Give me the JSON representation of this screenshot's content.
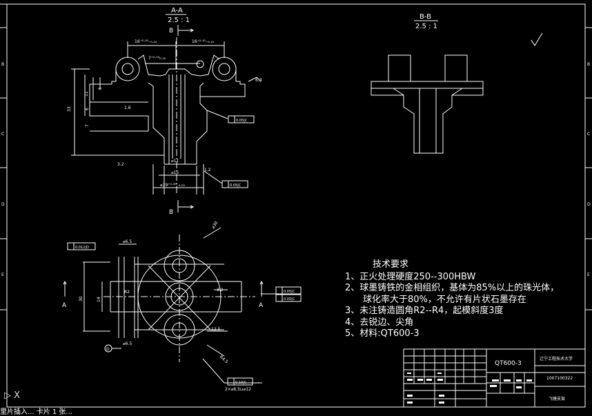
{
  "views": {
    "section_aa": {
      "label": "A-A",
      "scale": "2.5 : 1",
      "cut_top": "B",
      "cut_bottom": "B"
    },
    "section_bb": {
      "label": "B-B",
      "scale": "2.5 : 1"
    },
    "plan_view": {
      "cut_left": "A",
      "cut_right": "A",
      "datum_d": "D"
    }
  },
  "dimensions": {
    "dim_16_left": "16⁺⁰·¹⁰₋₀.₁₀",
    "dim_16_right": "16⁺⁰·¹⁰₋₀.₁₀",
    "dim_7": "7⁺⁰·⁰⁴₀.₀₀",
    "dim_33": "33",
    "dim_11": "11",
    "dim_5": "5",
    "dim_6": "6",
    "dim_7v": "7",
    "dia_11": "⌀11",
    "dia_15": "⌀15",
    "dia_19": "⌀19⁺⁰·⁰⁰₋₀.₀₃",
    "rough_16": "1.6",
    "rough_32": "3.2",
    "rough_63": "6.3",
    "rough_12": "1.2",
    "rough_32b": "3.2",
    "rough_126": "12.5",
    "dia_30": "⌀30",
    "dim_30": "30",
    "dim_14": "14",
    "dim_65": "⌀6.5",
    "dim_65b": "⌀6.5",
    "thread": "2×⌀6.5⊔⌀12",
    "r45": "R4.5",
    "r2": "R2"
  },
  "tolerances": {
    "perp_1": "0.05|C",
    "perp_2": "0.05|C",
    "pos_1": "0.012|D",
    "par_1": "0.05|C",
    "par_2": "0.05|C",
    "perp_3": "0.10|C"
  },
  "tech": {
    "title": "技术要求",
    "items": [
      "1、正火处理硬度250--300HBW",
      "2、球墨铸铁的金相组织，基体为85%以上的珠光体，",
      "　　球化率大于80%，不允许有片状石墨存在",
      "3、未注铸造圆角R2--R4，起模斜度3度",
      "4、去锐边、尖角",
      "5、材料:QT600-3"
    ]
  },
  "titleblock": {
    "part": "QT600-3",
    "school": "辽宁工程技术大学",
    "number": "1007100322",
    "name": "飞锤支架"
  },
  "border": {
    "left_letters": [
      "B",
      "C",
      "D",
      "E"
    ],
    "right_letters": [
      "B",
      "C",
      "D",
      "E"
    ]
  },
  "status": {
    "ucs": "X",
    "cmd": "里片插入... 卡片 1 张..."
  }
}
